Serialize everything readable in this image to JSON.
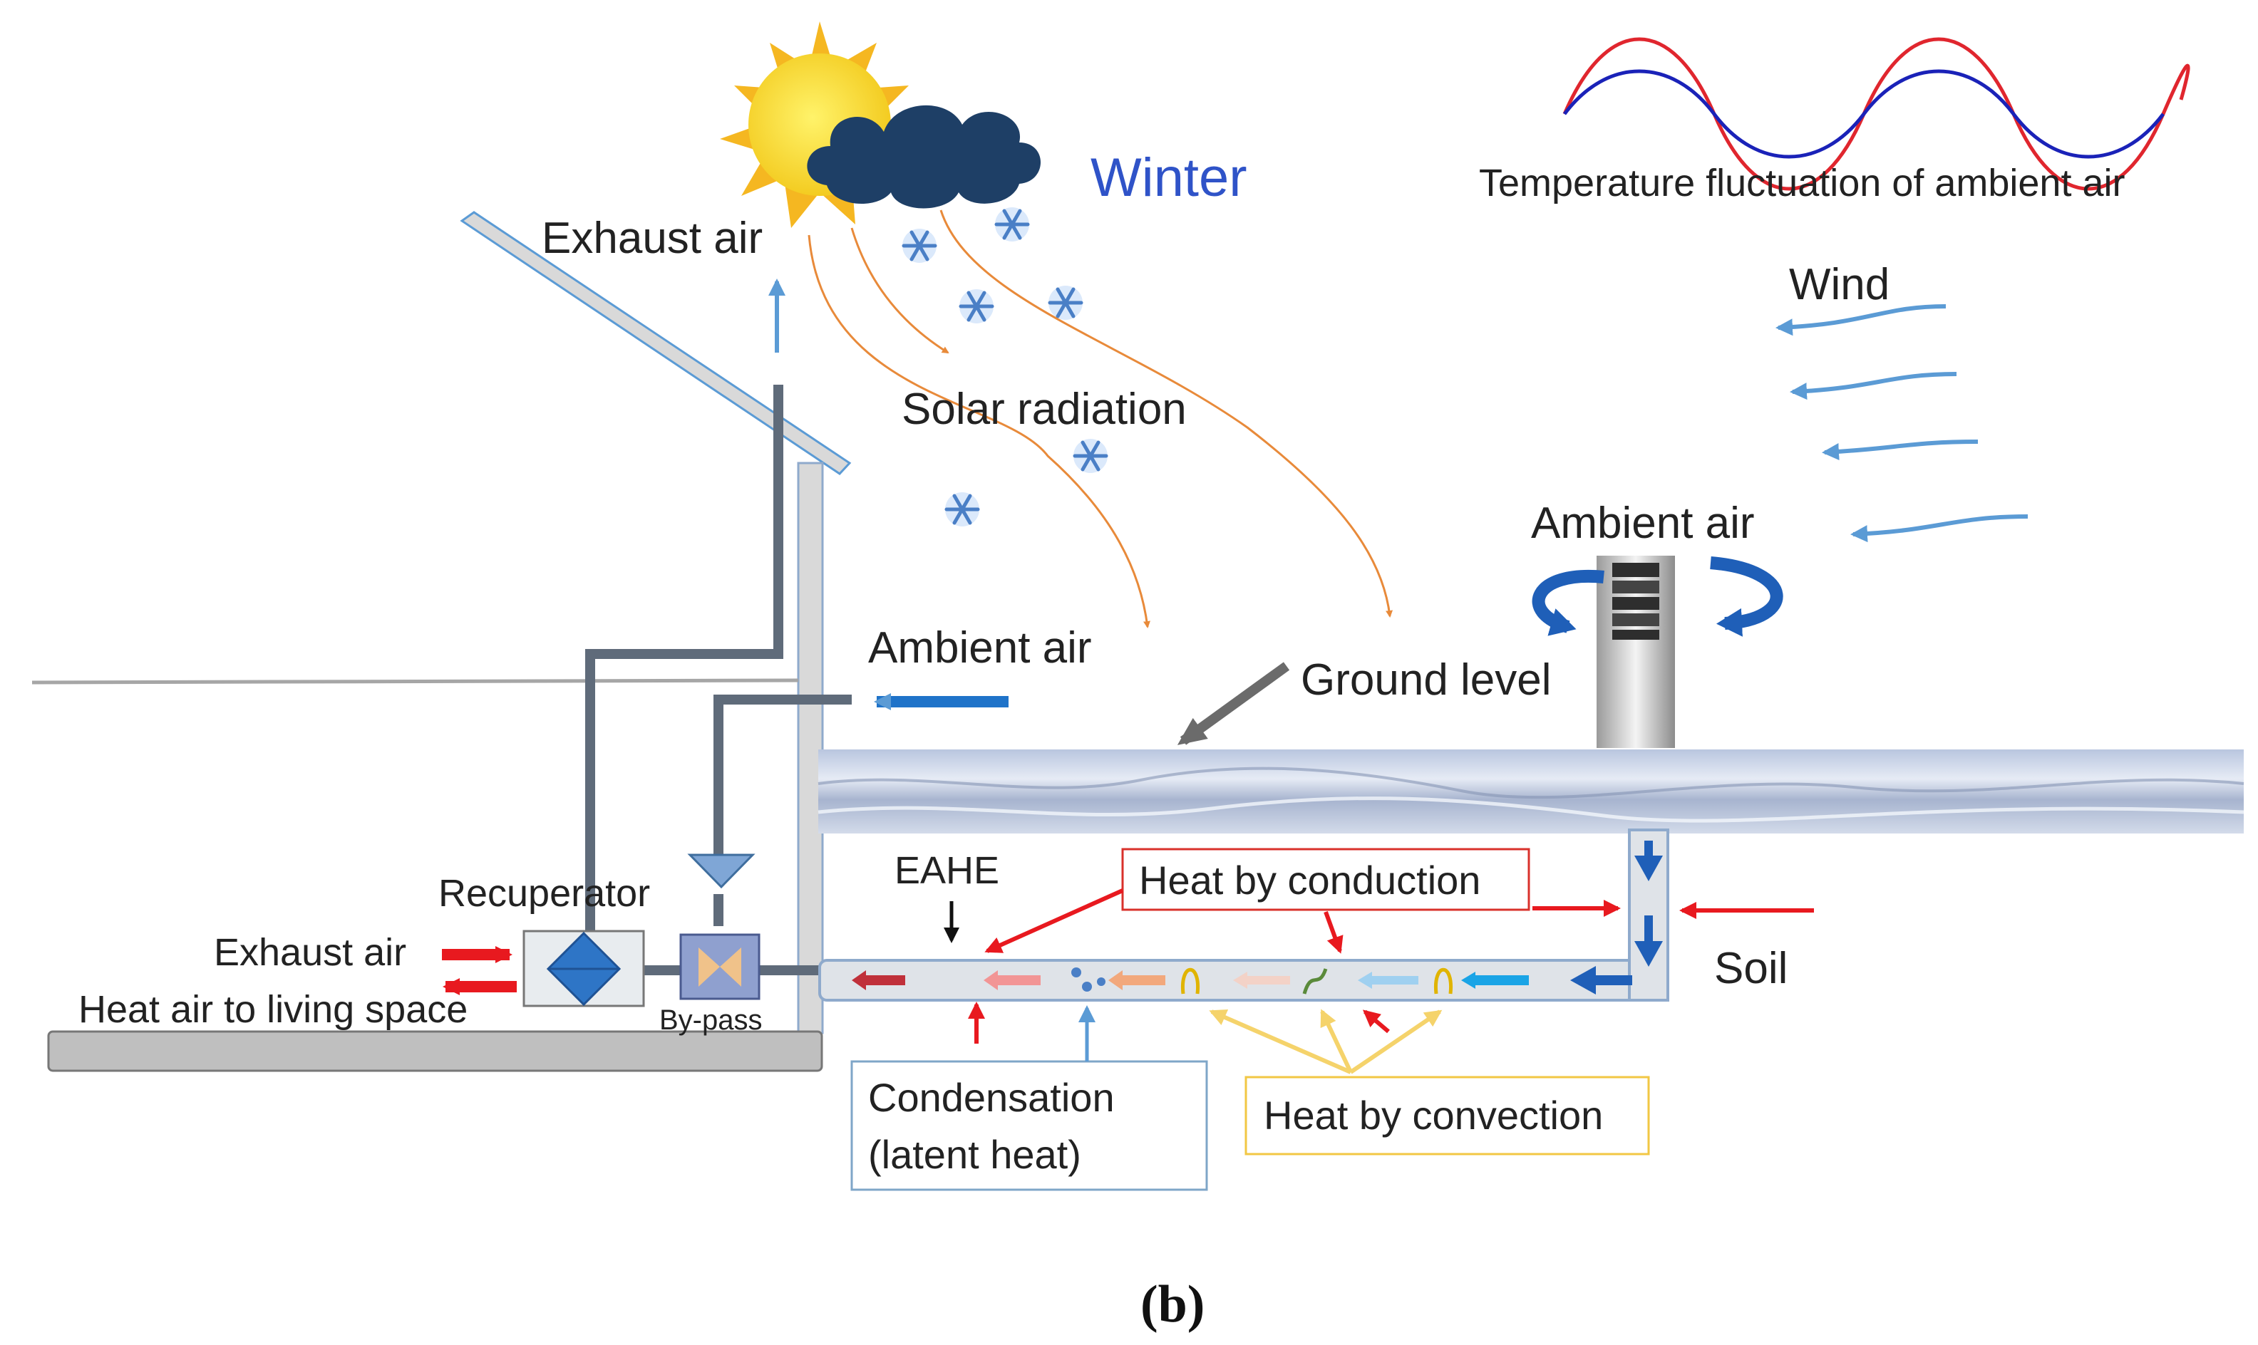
{
  "labels": {
    "season": "Winter",
    "temp_fluctuation": "Temperature fluctuation of ambient air",
    "wind": "Wind",
    "exhaust_air_top": "Exhaust  air",
    "solar_radiation": "Solar radiation",
    "ambient_air_tower": "Ambient air",
    "ambient_air_inlet": "Ambient air",
    "ground_level": "Ground level",
    "recuperator": "Recuperator",
    "eahe": "EAHE",
    "heat_by_conduction": "Heat by conduction",
    "soil": "Soil",
    "exhaust_air_left": "Exhaust  air",
    "heat_air_living": "Heat air to living space",
    "bypass": "By-pass",
    "condensation_line1": "Condensation",
    "condensation_line2": "(latent heat)",
    "heat_by_convection": "Heat by convection",
    "caption": "(b)"
  },
  "colors": {
    "hot_arrow": "#e8191f",
    "cold_arrow": "#1f73c9",
    "winter_text": "#2f53c8",
    "solar_ray": "#e88a3a",
    "convection_arrow": "#f5d36b",
    "conduction_box": "#d9312b",
    "convection_box": "#f2c744",
    "condensation_box": "#7fa6c8",
    "temperature_red": "#e0262e",
    "temperature_blue": "#1a22b8"
  }
}
